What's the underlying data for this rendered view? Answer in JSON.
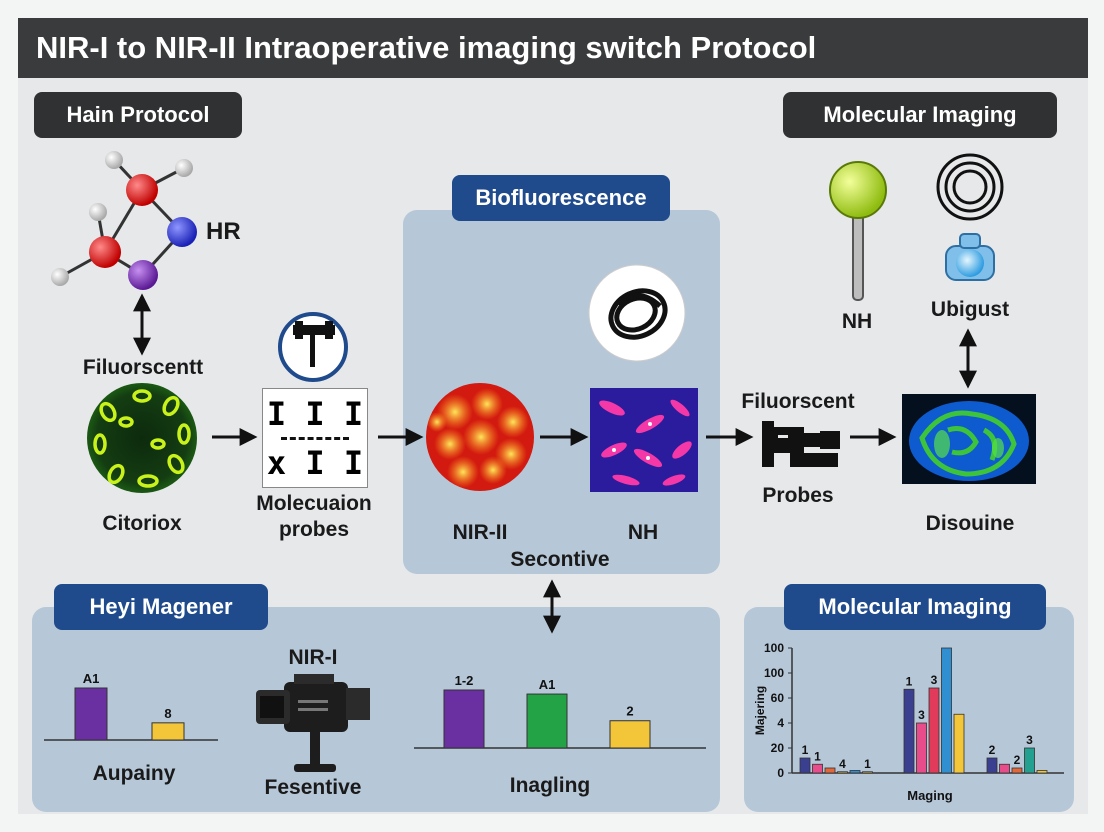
{
  "title": "NIR-I to NIR-II Intraoperative imaging switch Protocol",
  "sections": {
    "main_protocol": "Hain Protocol",
    "molecular_imaging_top": "Molecular Imaging",
    "biofluorescence": "Biofluorescence",
    "heyi_magener": "Heyi Magener",
    "molecular_imaging_bottom": "Molecular Imaging"
  },
  "labels": {
    "hr": "HR",
    "filuorscentt": "Filuorscentt",
    "citoriox": "Citoriox",
    "molecuaion_probes_1": "Molecuaion",
    "molecuaion_probes_2": "probes",
    "slide_glyph_1": "I I I",
    "slide_glyph_2": "x I I",
    "nir_ii": "NIR-II",
    "nh_bio": "NH",
    "secontive": "Secontive",
    "filuorscent": "Filuorscent",
    "probes": "Probes",
    "disouine": "Disouine",
    "nh_top": "NH",
    "ubigust": "Ubigust",
    "aupainy": "Aupainy",
    "nir_i": "NIR-I",
    "fesentive": "Fesentive",
    "inagling": "Inagling",
    "maging": "Maging",
    "majering": "Majering"
  },
  "chart_data": [
    {
      "type": "bar",
      "categories": [
        "A1",
        "8"
      ],
      "values": [
        100,
        33
      ],
      "data_labels": [
        "A1",
        "8"
      ],
      "xlabel": "Aupainy",
      "colors": [
        "#6a2fa0",
        "#f3c63a"
      ]
    },
    {
      "type": "bar",
      "categories": [
        "1-2",
        "A1",
        "2"
      ],
      "values": [
        100,
        93,
        47
      ],
      "data_labels": [
        "1-2",
        "A1",
        "2"
      ],
      "xlabel": "Inagling",
      "colors": [
        "#6a2fa0",
        "#23a246",
        "#f3c63a"
      ]
    },
    {
      "type": "bar",
      "xlabel": "Maging",
      "ylabel": "Majering",
      "yticks": [
        "0",
        "20",
        "4",
        "60",
        "100",
        "100"
      ],
      "groups": [
        {
          "values": [
            12,
            7,
            4,
            1,
            2,
            1
          ],
          "data_labels": [
            "1",
            "1",
            "",
            "4",
            "",
            "1"
          ],
          "colors": [
            "#3b3f8f",
            "#e84c8a",
            "#e2673b",
            "#f3c63a",
            "#2f8fd1",
            "#f3c63a"
          ]
        },
        {
          "values": [
            67,
            40,
            68,
            100,
            47
          ],
          "data_labels": [
            "1",
            "3",
            "3",
            "",
            ""
          ],
          "colors": [
            "#3b3f8f",
            "#e84c8a",
            "#e23a5a",
            "#2f8fd1",
            "#f3c63a"
          ]
        },
        {
          "values": [
            12,
            7,
            4,
            20,
            2
          ],
          "data_labels": [
            "2",
            "",
            "2",
            "3",
            ""
          ],
          "colors": [
            "#3b3f8f",
            "#e84c8a",
            "#e2673b",
            "#23a08f",
            "#f3c63a"
          ]
        }
      ]
    }
  ]
}
